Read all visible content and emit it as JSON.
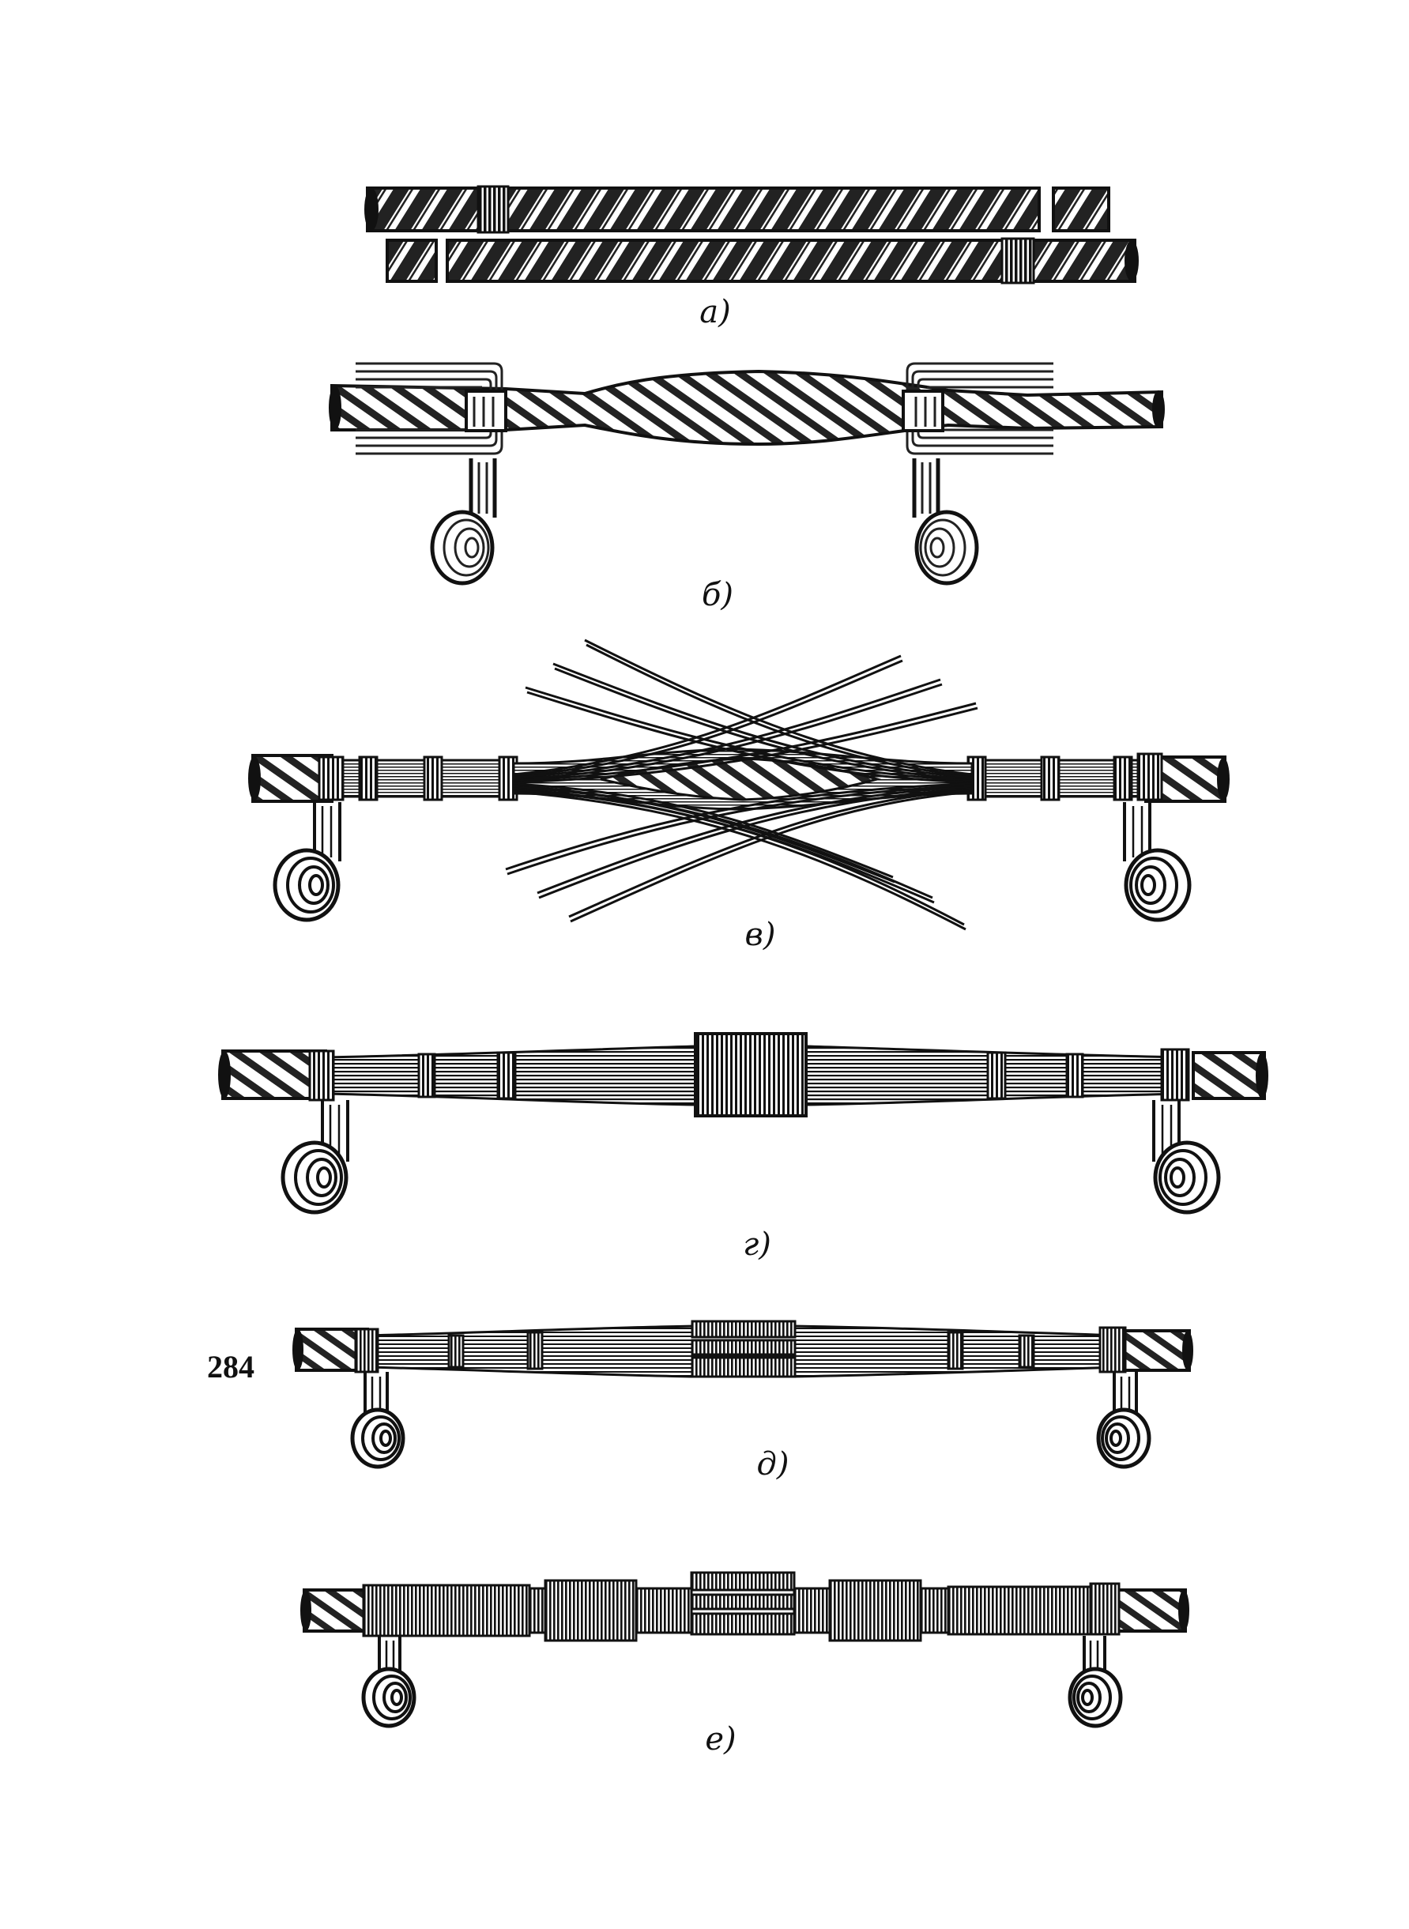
{
  "figure": {
    "labels": {
      "a": "а)",
      "b": "б)",
      "v": "в)",
      "g": "г)",
      "d": "д)",
      "e": "е)"
    }
  },
  "page_number": "284"
}
